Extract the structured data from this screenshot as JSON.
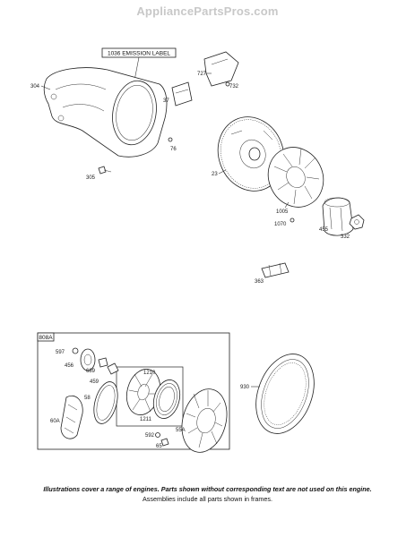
{
  "watermark": "AppliancePartsPros.com",
  "emission_label": "1036 EMISSION LABEL",
  "kit_label": "808A",
  "parts": {
    "p304": "304",
    "p727": "727",
    "p732": "732",
    "p37": "37",
    "p76": "76",
    "p305": "305",
    "p23": "23",
    "p1005": "1005",
    "p1070": "1070",
    "p455": "455",
    "p332": "332",
    "p363": "363",
    "p597": "597",
    "p456": "456",
    "p689": "689",
    "p459": "459",
    "p1210": "1210",
    "p58": "58",
    "p60A": "60A",
    "p1211": "1211",
    "p592": "592",
    "p65": "65",
    "p55A": "55A",
    "p930": "930"
  },
  "footer": {
    "line1": "Illustrations cover a range of engines. Parts shown without corresponding text are not used on this engine.",
    "line2": "Assemblies include all parts shown in frames."
  }
}
